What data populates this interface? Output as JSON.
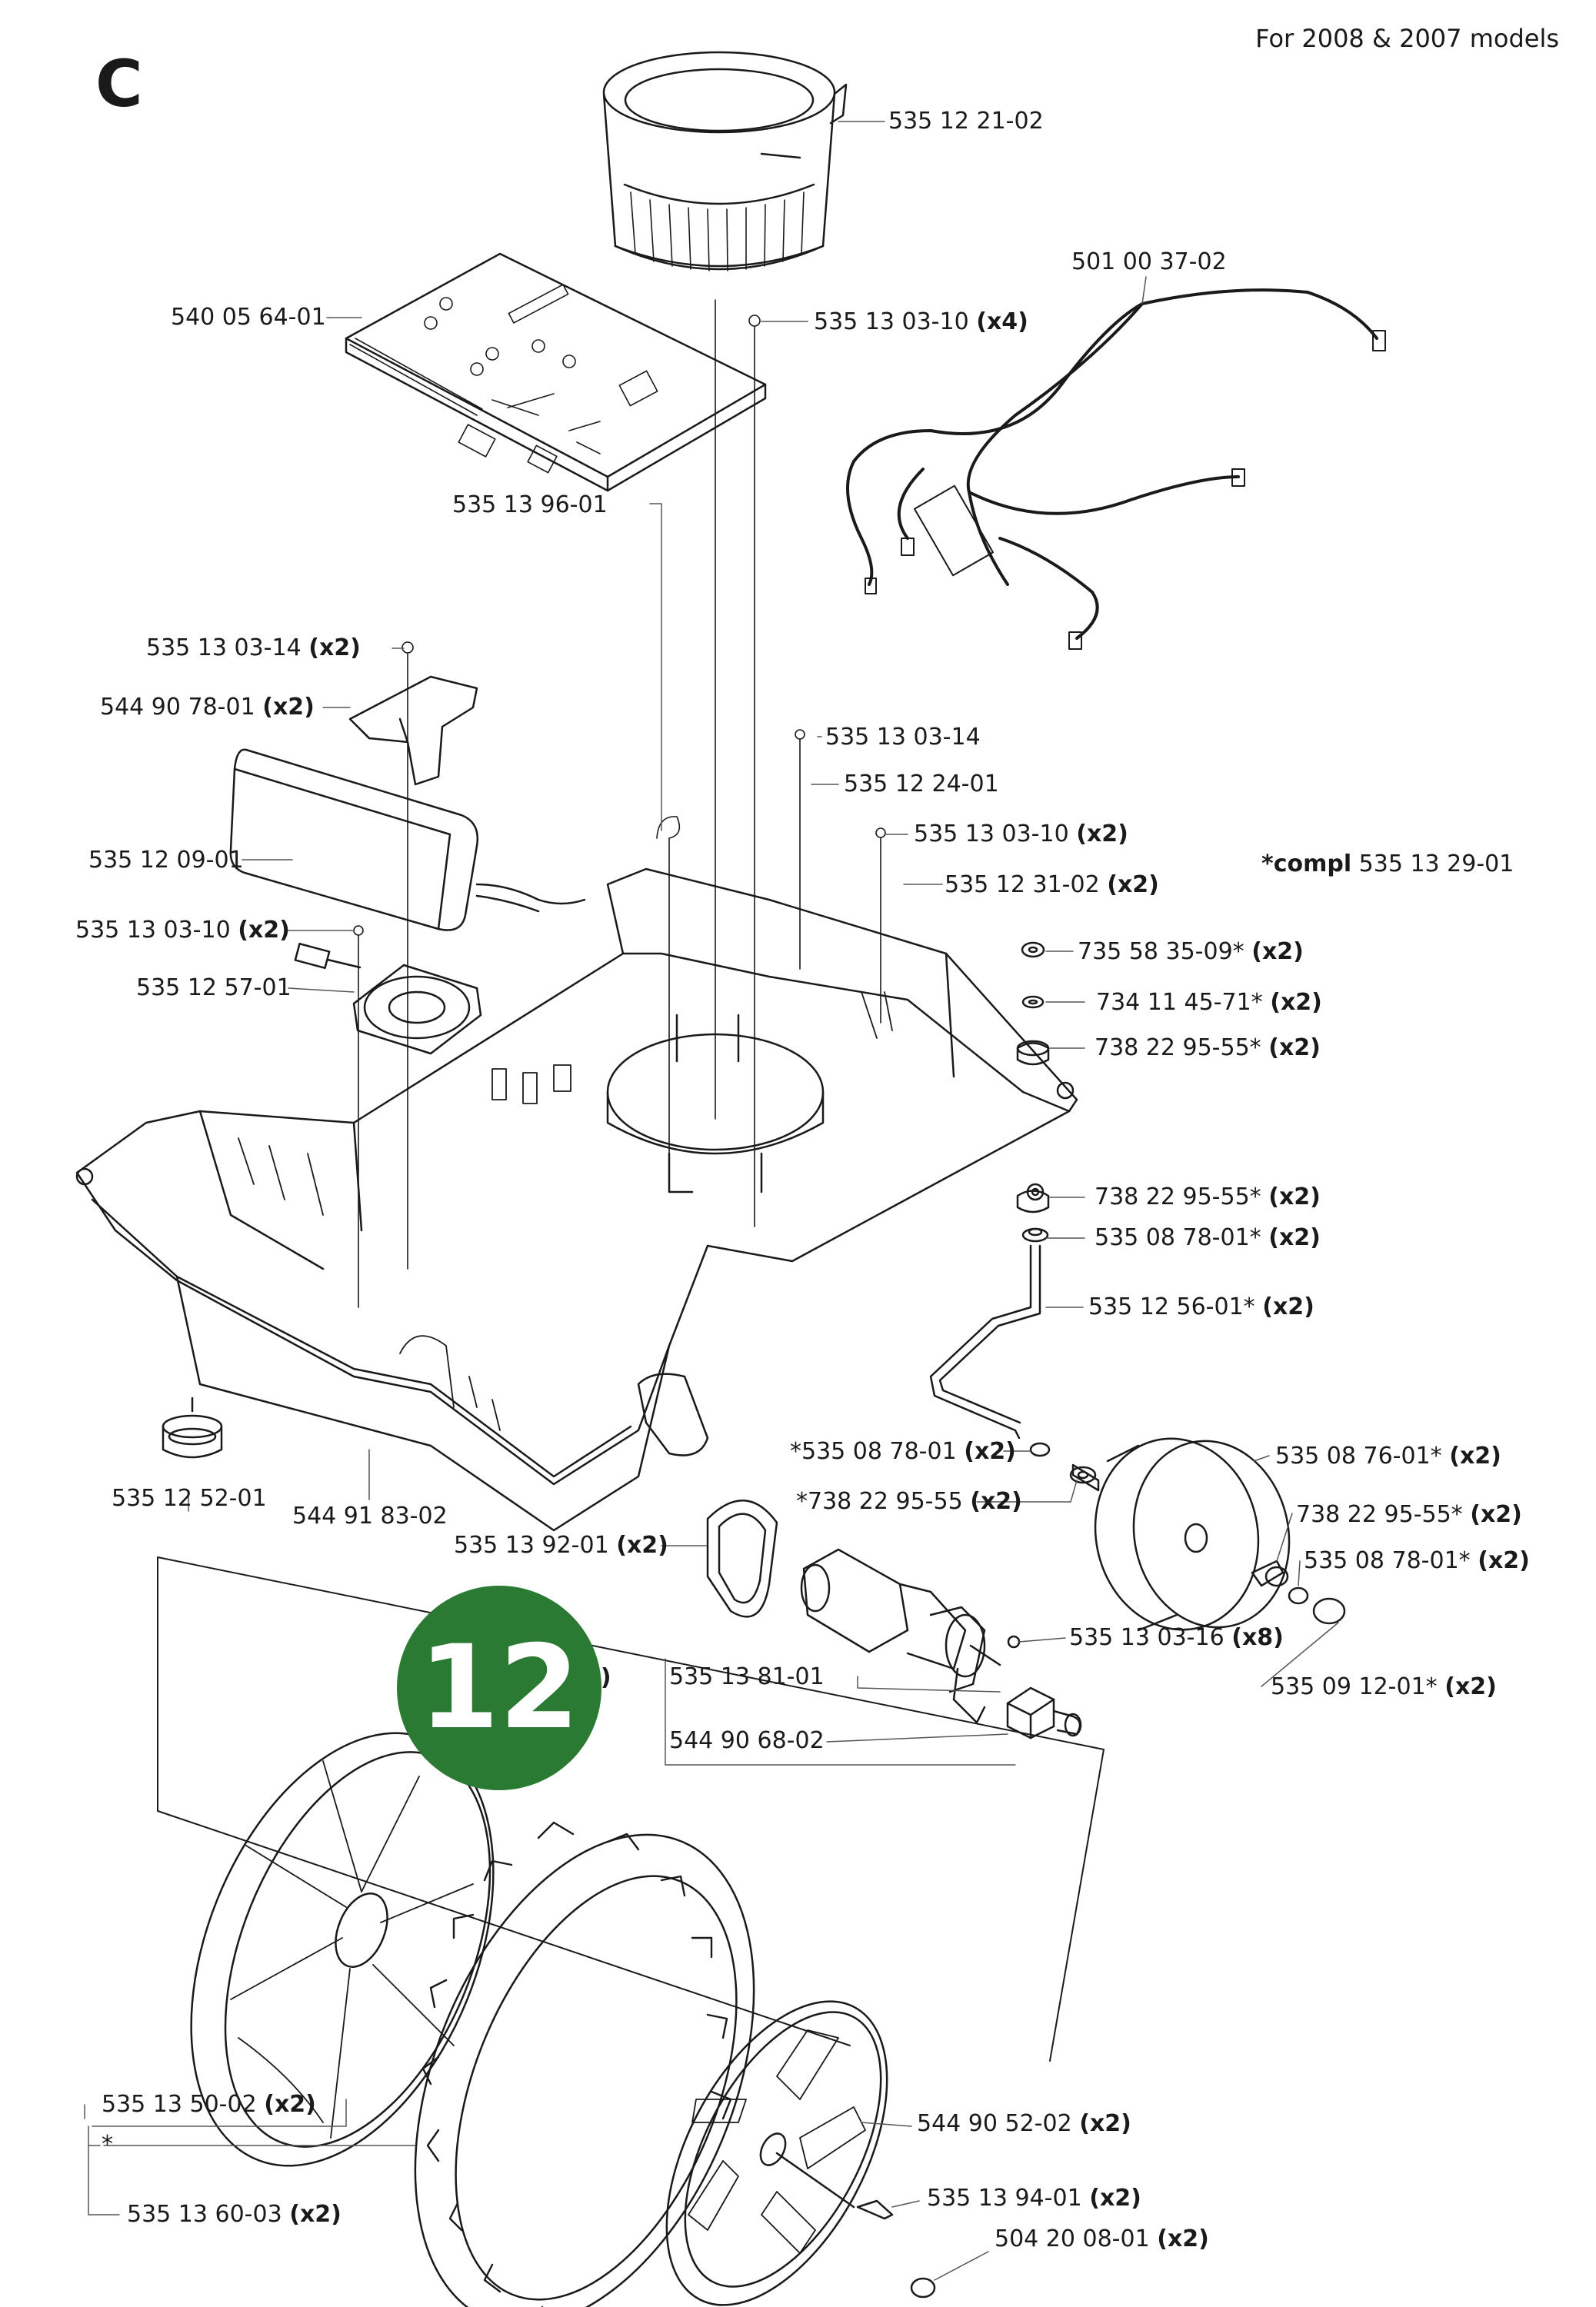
{
  "header": {
    "section_letter": "C",
    "models_note": "For 2008 & 2007 models"
  },
  "badge": {
    "number": "12"
  },
  "compl_note": {
    "prefix": "*compl",
    "part": "535 13 29-01"
  },
  "callouts": [
    {
      "part": "535 12 21-02",
      "qty": ""
    },
    {
      "part": "501 00 37-02",
      "qty": ""
    },
    {
      "part": "540 05 64-01",
      "qty": ""
    },
    {
      "part": "535 13 03-10",
      "qty": "(x4)"
    },
    {
      "part": "535 13 96-01",
      "qty": ""
    },
    {
      "part": "535 13 03-14",
      "qty": "(x2)"
    },
    {
      "part": "544 90 78-01",
      "qty": "(x2)"
    },
    {
      "part": "535 13 03-14",
      "qty": ""
    },
    {
      "part": "535 12 24-01",
      "qty": ""
    },
    {
      "part": "535 13 03-10",
      "qty": "(x2)"
    },
    {
      "part": "535 12 09-01",
      "qty": ""
    },
    {
      "part": "535 12 31-02",
      "qty": "(x2)"
    },
    {
      "part": "535 13 03-10",
      "qty": "(x2)"
    },
    {
      "part": "735 58 35-09*",
      "qty": "(x2)"
    },
    {
      "part": "535 12 57-01",
      "qty": ""
    },
    {
      "part": "734 11 45-71*",
      "qty": "(x2)"
    },
    {
      "part": "738 22 95-55*",
      "qty": "(x2)"
    },
    {
      "part": "738 22 95-55*",
      "qty": "(x2)"
    },
    {
      "part": "535 08 78-01*",
      "qty": "(x2)"
    },
    {
      "part": "535 12 56-01*",
      "qty": "(x2)"
    },
    {
      "part": "*535 08 78-01",
      "qty": "(x2)"
    },
    {
      "part": "535 08 76-01*",
      "qty": "(x2)"
    },
    {
      "part": "*738 22 95-55",
      "qty": "(x2)"
    },
    {
      "part": "535 12 52-01",
      "qty": ""
    },
    {
      "part": "544 91 83-02",
      "qty": ""
    },
    {
      "part": "738 22 95-55*",
      "qty": "(x2)"
    },
    {
      "part": "535 13 92-01",
      "qty": "(x2)"
    },
    {
      "part": "535 08 78-01*",
      "qty": "(x2)"
    },
    {
      "part": "535 13 03-16",
      "qty": "(x8)"
    },
    {
      "part": "535 13 81-01",
      "qty": ""
    },
    {
      "part": "535 09 12-01*",
      "qty": "(x2)"
    },
    {
      "part": "544 90 68-02",
      "qty": ""
    },
    {
      "part": "535 13 50-02",
      "qty": "(x2)"
    },
    {
      "part": "*",
      "qty": ""
    },
    {
      "part": "544 90 52-02",
      "qty": "(x2)"
    },
    {
      "part": "535 13 94-01",
      "qty": "(x2)"
    },
    {
      "part": "535 13 60-03",
      "qty": "(x2)"
    },
    {
      "part": "504 20 08-01",
      "qty": "(x2)"
    }
  ],
  "partial_label": "2)"
}
